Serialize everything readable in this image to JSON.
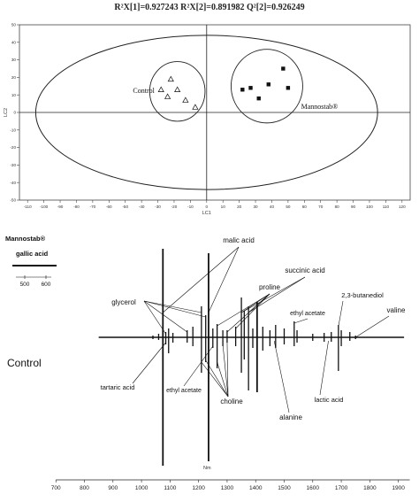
{
  "stats_line": "R²X[1]=0.927243  R²X[2]=0.891982  Q²[2]=0.926249",
  "chart_data": [
    {
      "type": "scatter",
      "title": "",
      "xlabel": "LC1",
      "ylabel": "LC2",
      "xlim": [
        -115,
        125
      ],
      "ylim": [
        -50,
        50
      ],
      "xticks": [
        -110,
        -100,
        -90,
        -80,
        -70,
        -60,
        -50,
        -40,
        -30,
        -20,
        -10,
        0,
        10,
        20,
        30,
        40,
        50,
        60,
        70,
        80,
        90,
        100,
        110,
        120
      ],
      "yticks": [
        -50,
        -40,
        -30,
        -20,
        -10,
        0,
        10,
        20,
        30,
        40,
        50
      ],
      "grid": false,
      "series": [
        {
          "name": "Control",
          "marker": "triangle",
          "points": [
            [
              -22,
              19
            ],
            [
              -28,
              13
            ],
            [
              -18,
              13
            ],
            [
              -24,
              9
            ],
            [
              -13,
              7
            ],
            [
              -7,
              3
            ]
          ]
        },
        {
          "name": "Mannostab®",
          "marker": "square",
          "points": [
            [
              47,
              25
            ],
            [
              38,
              16
            ],
            [
              27,
              14
            ],
            [
              22,
              13
            ],
            [
              50,
              14
            ],
            [
              32,
              8
            ]
          ]
        }
      ]
    },
    {
      "type": "line",
      "title": "",
      "xlabel": "Nm",
      "ylabel": "",
      "xlim": [
        690,
        1960
      ],
      "xticks": [
        700,
        800,
        900,
        1000,
        1100,
        1200,
        1300,
        1400,
        1500,
        1600,
        1700,
        1800,
        1900
      ],
      "legend_title": "Mannostab®",
      "lower_label": "Control",
      "scale_bar_label": "gallic acid",
      "scale_bar_ticks": [
        "500",
        "600"
      ],
      "spikes": [
        {
          "x": 1040,
          "up": 2,
          "down": 2
        },
        {
          "x": 1060,
          "up": 4,
          "down": 3
        },
        {
          "x": 1075,
          "up": 100,
          "down": 145
        },
        {
          "x": 1085,
          "up": 6,
          "down": 8
        },
        {
          "x": 1095,
          "up": 10,
          "down": 18
        },
        {
          "x": 1110,
          "up": 5,
          "down": 6
        },
        {
          "x": 1160,
          "up": 8,
          "down": 6
        },
        {
          "x": 1180,
          "up": 12,
          "down": 10
        },
        {
          "x": 1210,
          "up": 35,
          "down": 40
        },
        {
          "x": 1225,
          "up": 25,
          "down": 28
        },
        {
          "x": 1235,
          "up": 95,
          "down": 140
        },
        {
          "x": 1250,
          "up": 10,
          "down": 12
        },
        {
          "x": 1265,
          "up": 15,
          "down": 35
        },
        {
          "x": 1285,
          "up": 8,
          "down": 10
        },
        {
          "x": 1300,
          "up": 8,
          "down": 6
        },
        {
          "x": 1330,
          "up": 12,
          "down": 10
        },
        {
          "x": 1350,
          "up": 45,
          "down": 40
        },
        {
          "x": 1360,
          "up": 30,
          "down": 25
        },
        {
          "x": 1375,
          "up": 35,
          "down": 60
        },
        {
          "x": 1390,
          "up": 10,
          "down": 12
        },
        {
          "x": 1405,
          "up": 40,
          "down": 62
        },
        {
          "x": 1425,
          "up": 12,
          "down": 15
        },
        {
          "x": 1450,
          "up": 8,
          "down": 10
        },
        {
          "x": 1470,
          "up": 14,
          "down": 12
        },
        {
          "x": 1500,
          "up": 10,
          "down": 8
        },
        {
          "x": 1535,
          "up": 18,
          "down": 10
        },
        {
          "x": 1545,
          "up": 8,
          "down": 6
        },
        {
          "x": 1600,
          "up": 4,
          "down": 4
        },
        {
          "x": 1640,
          "up": 5,
          "down": 5
        },
        {
          "x": 1665,
          "up": 6,
          "down": 5
        },
        {
          "x": 1690,
          "up": 14,
          "down": 38
        },
        {
          "x": 1700,
          "up": 8,
          "down": 10
        },
        {
          "x": 1730,
          "up": 6,
          "down": 4
        },
        {
          "x": 1750,
          "up": 2,
          "down": 2
        }
      ],
      "annotations": [
        {
          "text": "malic acid",
          "targets": [
            1075,
            1235
          ]
        },
        {
          "text": "succinic acid",
          "targets": [
            1350,
            1375
          ]
        },
        {
          "text": "proline",
          "targets": [
            1265,
            1300,
            1330,
            1350,
            1375
          ]
        },
        {
          "text": "glycerol",
          "targets": [
            1085,
            1160,
            1210,
            1225
          ]
        },
        {
          "text": "ethyl acetate",
          "targets": [
            1535
          ]
        },
        {
          "text": "2,3-butanediol",
          "targets": [
            1690
          ]
        },
        {
          "text": "valine",
          "targets": [
            1750
          ]
        },
        {
          "text": "tartaric acid",
          "targets": [
            1085
          ]
        },
        {
          "text": "ethyl acetate",
          "targets": [
            1250
          ]
        },
        {
          "text": "choline",
          "targets": [
            1210,
            1225,
            1265,
            1285,
            1300
          ]
        },
        {
          "text": "alanine",
          "targets": [
            1465
          ]
        },
        {
          "text": "lactic acid",
          "targets": [
            1655
          ]
        }
      ]
    }
  ]
}
